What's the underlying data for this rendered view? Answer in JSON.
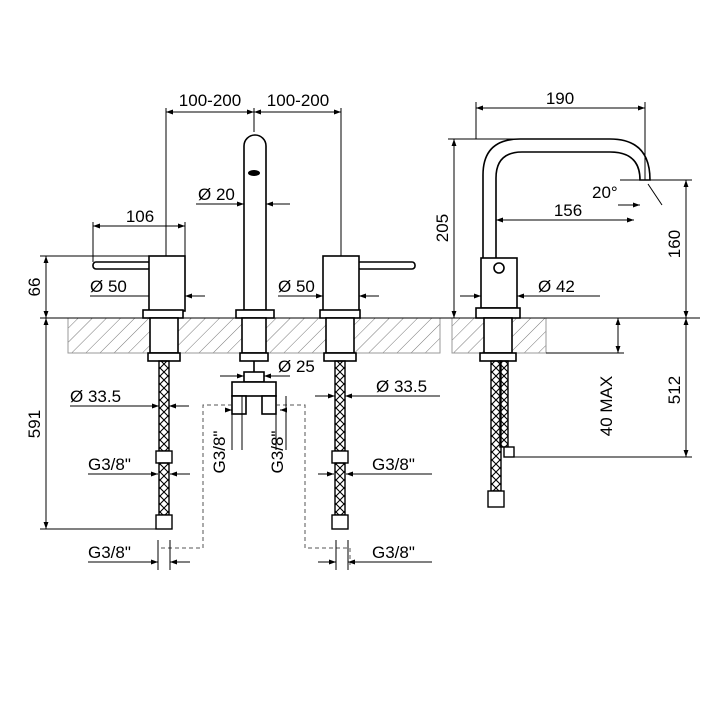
{
  "dimensions": {
    "spread_left": "100-200",
    "spread_right": "100-200",
    "handle_length": "106",
    "spout_diameter": "Ø 20",
    "deck_height": "66",
    "left_handle_diameter": "Ø 50",
    "right_handle_diameter": "Ø 50",
    "bottom_diameter": "Ø 25",
    "left_shank_diameter": "Ø 33.5",
    "right_shank_diameter": "Ø 33.5",
    "total_below": "591",
    "connector_left_vertical": "G3/8\"",
    "connector_right_vertical": "G3/8\"",
    "left_hose_fitting": "G3/8\"",
    "right_hose_fitting": "G3/8\"",
    "left_bottom_fitting": "G3/8\"",
    "right_bottom_fitting": "G3/8\"",
    "side_reach": "190",
    "side_height": "205",
    "spout_angle": "20°",
    "side_projection": "156",
    "side_outlet_height": "160",
    "side_body_diameter": "Ø 42",
    "max_deck_thickness": "40 MAX",
    "side_hose_length": "512"
  }
}
